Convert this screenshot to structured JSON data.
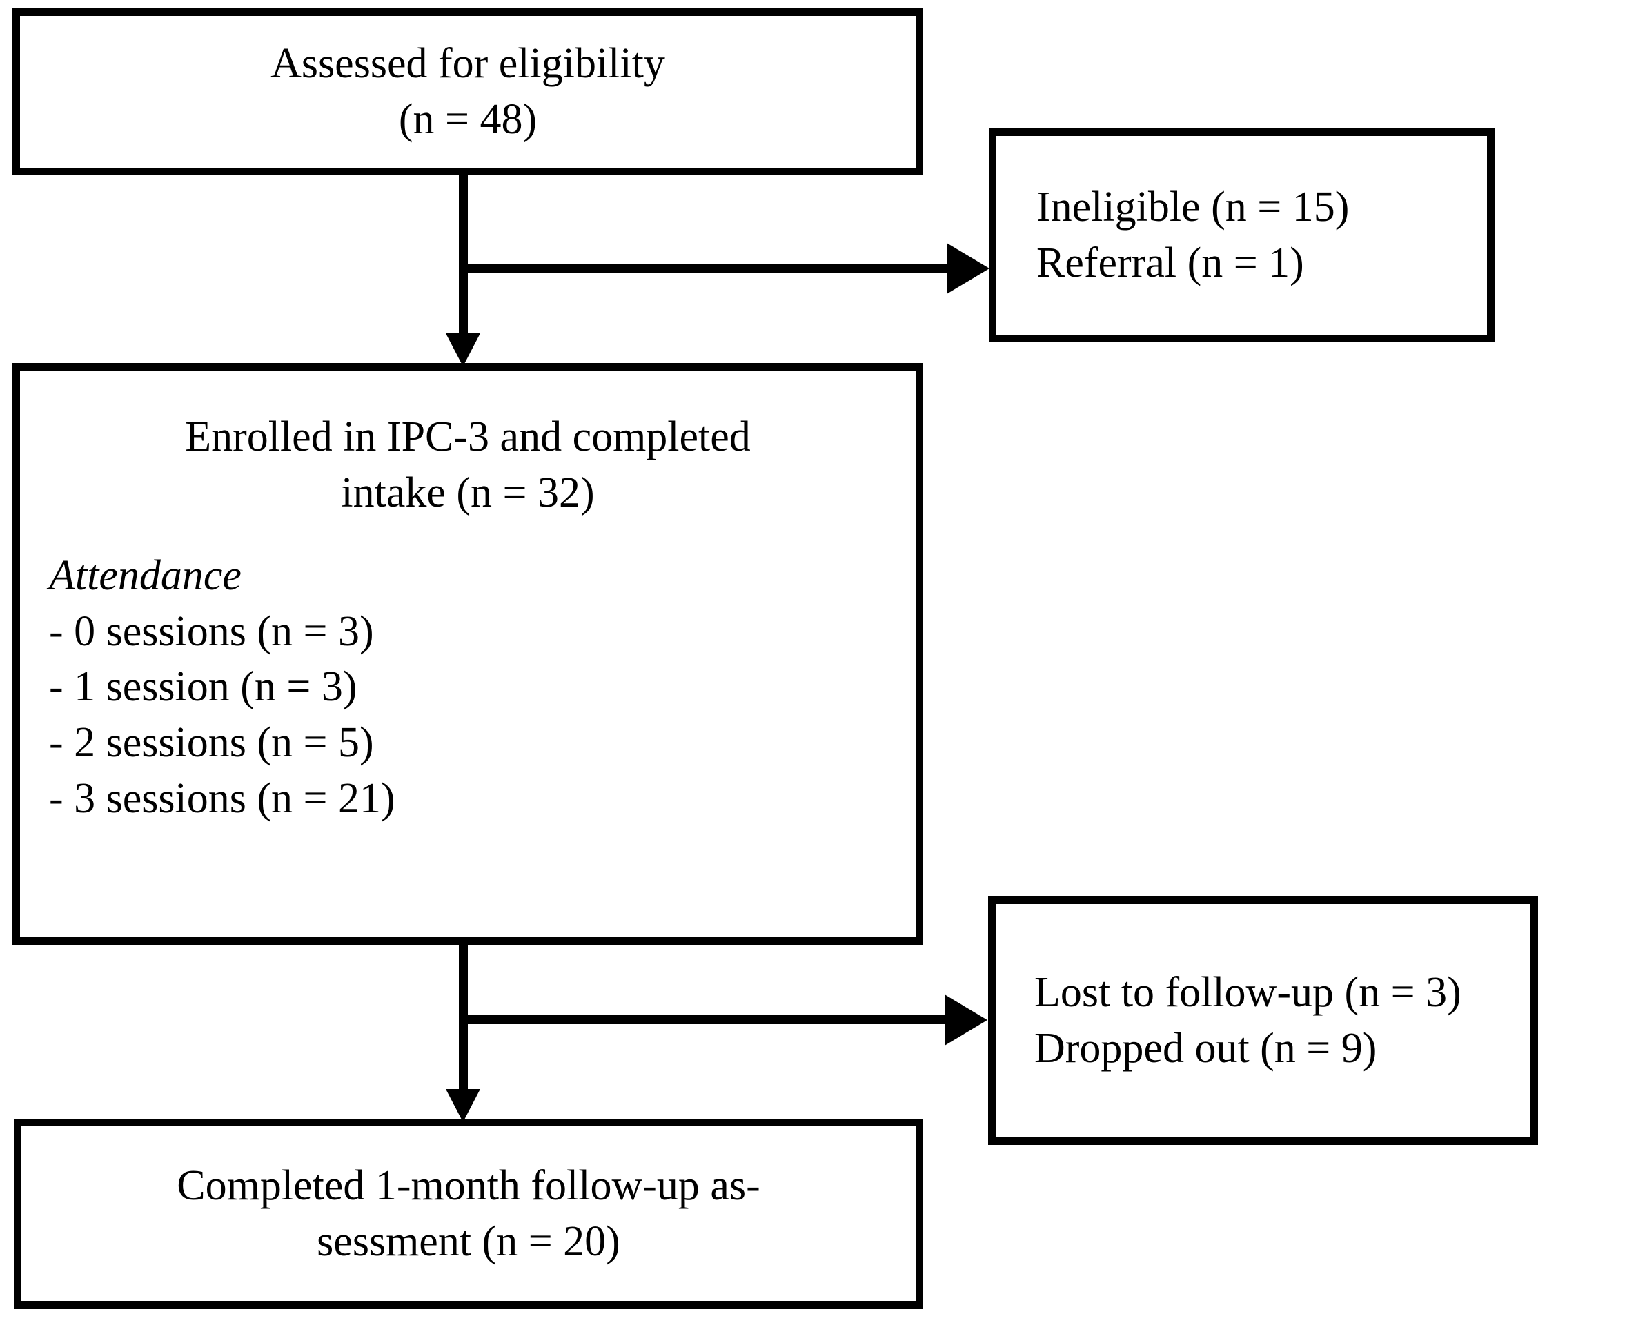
{
  "diagram": {
    "type": "flowchart",
    "title": "CONSORT-style participant flow diagram",
    "nodes": {
      "assessed": {
        "id": "assessed-for-eligibility",
        "lines": [
          "Assessed for eligibility",
          "(n = 48)"
        ],
        "n": 48,
        "align": "center"
      },
      "ineligible": {
        "id": "excluded-before-enrollment",
        "lines": [
          "Ineligible (n = 15)",
          "Referral (n = 1)"
        ],
        "ineligible_n": 15,
        "referral_n": 1,
        "align": "left"
      },
      "enrolled": {
        "id": "enrolled-in-ipc-3",
        "title_lines": [
          "Enrolled in IPC-3 and completed",
          "intake (n = 32)"
        ],
        "n": 32,
        "attendance_heading": "Attendance",
        "attendance_items": [
          "- 0 sessions (n = 3)",
          "- 1 session (n = 3)",
          "- 2 sessions (n = 5)",
          "- 3 sessions (n = 21)"
        ],
        "attendance_values": [
          {
            "sessions": 0,
            "n": 3
          },
          {
            "sessions": 1,
            "n": 3
          },
          {
            "sessions": 2,
            "n": 5
          },
          {
            "sessions": 3,
            "n": 21
          }
        ],
        "align": "center"
      },
      "lost": {
        "id": "lost-and-dropped",
        "lines": [
          "Lost to follow-up (n = 3)",
          "Dropped out (n = 9)"
        ],
        "lost_n": 3,
        "dropped_n": 9,
        "align": "left"
      },
      "completed": {
        "id": "completed-follow-up",
        "lines": [
          "Completed 1-month follow-up as-",
          "sessment (n = 20)"
        ],
        "n": 20,
        "align": "center"
      }
    },
    "connectors": [
      {
        "id": "assessed-to-enrolled",
        "kind": "arrow-down"
      },
      {
        "id": "assessed-to-ineligible",
        "kind": "arrow-right"
      },
      {
        "id": "enrolled-to-completed",
        "kind": "arrow-down"
      },
      {
        "id": "enrolled-to-lost",
        "kind": "arrow-right"
      }
    ],
    "colors": {
      "stroke": "#000000",
      "fill": "#ffffff",
      "text": "#000000"
    }
  }
}
